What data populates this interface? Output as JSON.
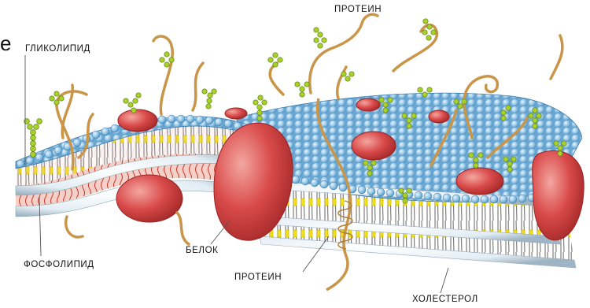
{
  "fragment": "е",
  "labels": {
    "glycolipid": "ГЛИКОЛИПИД",
    "protein_top": "ПРОТЕИН",
    "phospholipid": "ФОСФОЛИПИД",
    "belok": "БЕЛОК",
    "protein_bottom": "ПРОТЕИН",
    "cholesterol": "ХОЛЕСТЕРОЛ"
  },
  "colors": {
    "head": "#8fc3e6",
    "head_bottom": "#eef5fa",
    "tail": "#7a7a7a",
    "cholesterol": "#f1e21a",
    "protein": "#d94a4a",
    "protein_dark": "#b22e2e",
    "chain": "#c99649",
    "sugar": "#a8d12c",
    "inner_bg": "#f2c6be"
  },
  "icons": [
    "membrane-diagram"
  ]
}
